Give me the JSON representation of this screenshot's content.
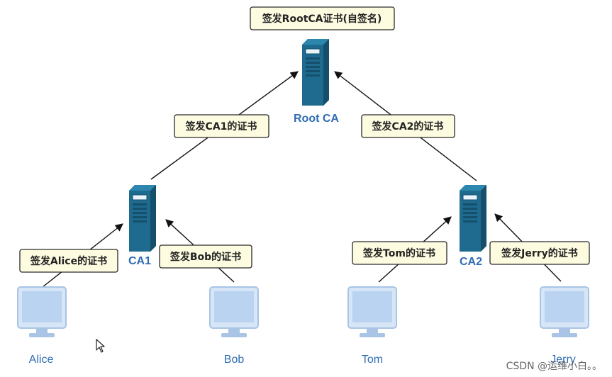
{
  "labels": {
    "root_issue": "签发RootCA证书(自签名)",
    "ca1_issue": "签发CA1的证书",
    "ca2_issue": "签发CA2的证书",
    "alice_issue": "签发Alice的证书",
    "bob_issue": "签发Bob的证书",
    "tom_issue": "签发Tom的证书",
    "jerry_issue": "签发Jerry的证书"
  },
  "nodes": {
    "root": "Root CA",
    "ca1": "CA1",
    "ca2": "CA2",
    "alice": "Alice",
    "bob": "Bob",
    "tom": "Tom",
    "jerry": "Jerry"
  },
  "icons": {
    "server": "server-icon",
    "computer": "monitor-icon",
    "cursor": "mouse-pointer-icon"
  },
  "colors": {
    "server": "#1e6b8f",
    "server_dark": "#154f6b",
    "monitor": "#b9d3f0",
    "node_text": "#2f6db3",
    "label_bg": "#fdfbe0"
  },
  "watermark": "CSDN @运维小白。。"
}
